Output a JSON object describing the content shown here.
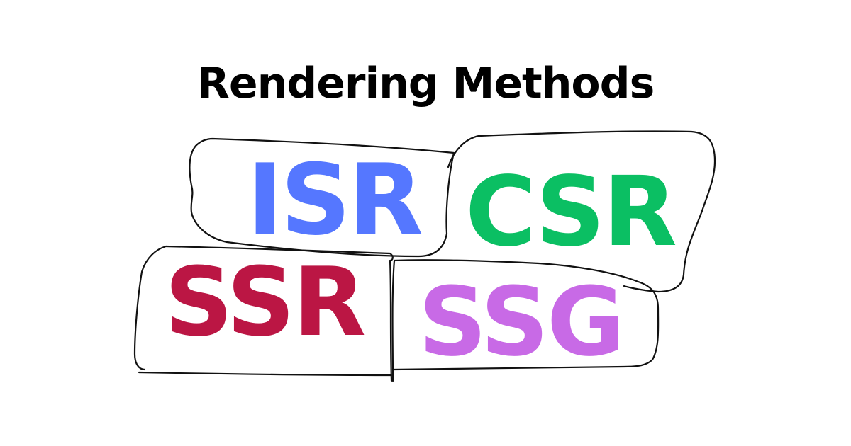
{
  "title": "Rendering Methods",
  "methods": [
    {
      "key": "isr",
      "label": "ISR",
      "color": "#5577ff"
    },
    {
      "key": "csr",
      "label": "CSR",
      "color": "#0bbf63"
    },
    {
      "key": "ssr",
      "label": "SSR",
      "color": "#bb1644"
    },
    {
      "key": "ssg",
      "label": "SSG",
      "color": "#c86ae6"
    }
  ],
  "colors": {
    "background": "#ffffff",
    "text": "#000000",
    "outline": "#111111"
  }
}
